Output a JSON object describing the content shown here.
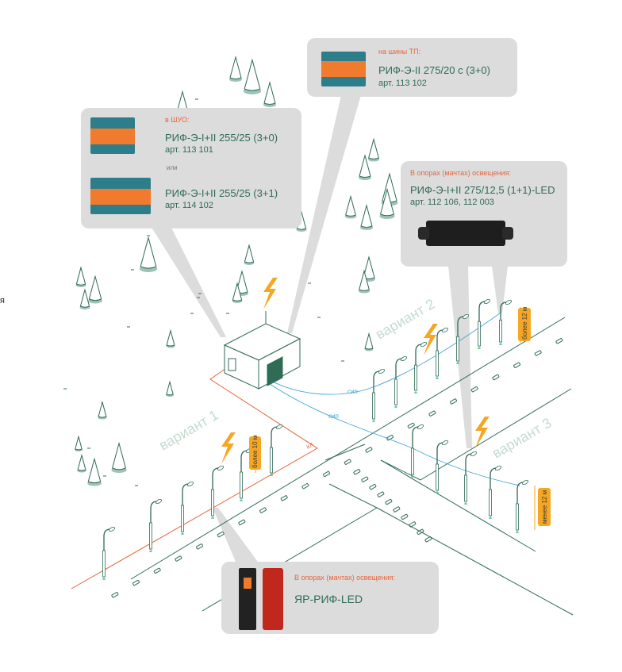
{
  "callouts": {
    "tp": {
      "label": "на шины ТП:",
      "title": "РИФ-Э-II 275/20 с (3+0)",
      "article": "арт. 113 102",
      "image": "surge-protector-3-pole"
    },
    "shuo": {
      "label": "в ШУО:",
      "item1_title": "РИФ-Э-I+II 255/25 (3+0)",
      "item1_article": "арт. 113 101",
      "or_text": "или",
      "item2_title": "РИФ-Э-I+II 255/25 (3+1)",
      "item2_article": "арт. 114 102",
      "image1": "surge-protector-3-pole",
      "image2": "surge-protector-4-pole"
    },
    "poles_led": {
      "label": "В опорах (мачтах) освещения:",
      "title": "РИФ-Э-I+II 275/12,5 (1+1)-LED",
      "article": "арт. 112 106, 112 003",
      "image": "led-junction-box"
    },
    "yar": {
      "label": "В опорах (мачтах) освещения:",
      "title": "ЯР-РИФ-LED",
      "image": "yar-rif-led-box"
    }
  },
  "diagram": {
    "variants": [
      "вариант 1",
      "вариант 2",
      "вариант 3"
    ],
    "cable_labels": {
      "sip": "сип",
      "kl": "КЛ"
    },
    "height_badges": {
      "variant1": "более 10 м",
      "variant2": "более 12 м",
      "variant3": "менее 12 м"
    },
    "colors": {
      "accent_orange": "#f5a623",
      "label_red": "#e8643a",
      "text_green": "#2f6b55",
      "line_green": "#2f6b55",
      "sip_blue": "#4aa6d8",
      "kl_orange": "#e8643a",
      "callout_bg": "#dcdcdc",
      "variant_text": "#c5dbd0"
    }
  },
  "edge_text": "я"
}
